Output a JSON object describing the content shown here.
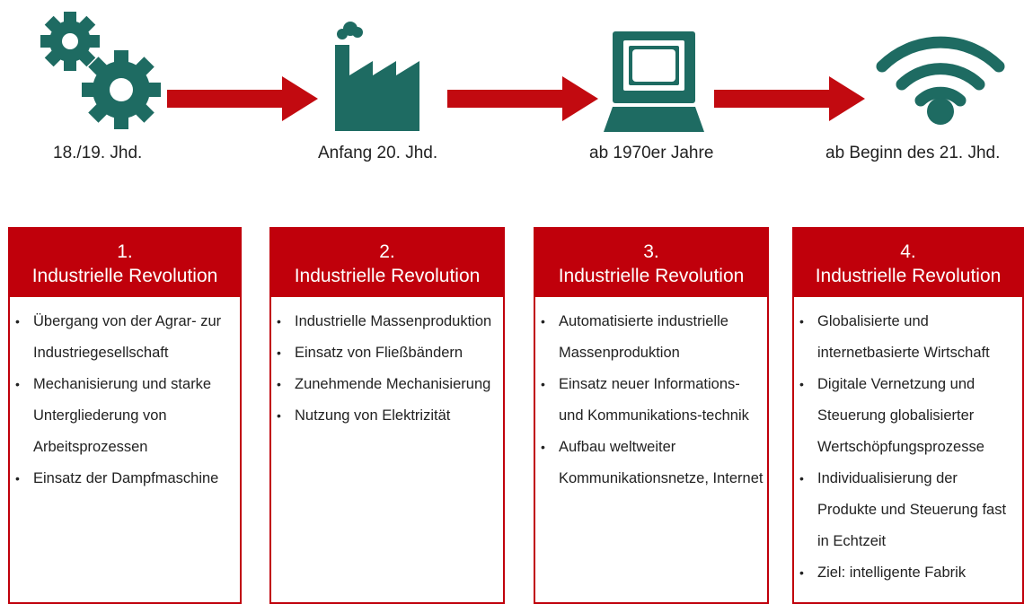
{
  "colors": {
    "teal": "#1e6b62",
    "red": "#c0000b",
    "arrow": "#c20a10"
  },
  "stages": [
    {
      "icon": "gears-icon",
      "era": "18./19. Jhd.",
      "number": "1.",
      "title": "Industrielle Revolution",
      "items": [
        "Übergang von der Agrar- zur Industriegesellschaft",
        "Mechanisierung und starke Untergliederung von Arbeitsprozessen",
        "Einsatz der Dampfmaschine"
      ]
    },
    {
      "icon": "factory-icon",
      "era": "Anfang 20. Jhd.",
      "number": "2.",
      "title": "Industrielle Revolution",
      "items": [
        "Industrielle Massenproduktion",
        "Einsatz von Fließbändern",
        "Zunehmende Mechanisierung",
        "Nutzung von Elektrizität"
      ]
    },
    {
      "icon": "computer-icon",
      "era": "ab 1970er Jahre",
      "number": "3.",
      "title": "Industrielle Revolution",
      "items": [
        "Automatisierte industrielle Massenproduktion",
        "Einsatz neuer Informations- und Kommunikations-technik",
        "Aufbau weltweiter Kommunikationsnetze, Internet"
      ]
    },
    {
      "icon": "wifi-icon",
      "era": "ab Beginn des 21. Jhd.",
      "number": "4.",
      "title": "Industrielle Revolution",
      "items": [
        "Globalisierte und internetbasierte Wirtschaft",
        "Digitale Vernetzung und Steuerung globalisierter Wertschöpfungsprozesse",
        "Individualisierung der Produkte und Steuerung fast in Echtzeit",
        "Ziel: intelligente Fabrik"
      ]
    }
  ]
}
